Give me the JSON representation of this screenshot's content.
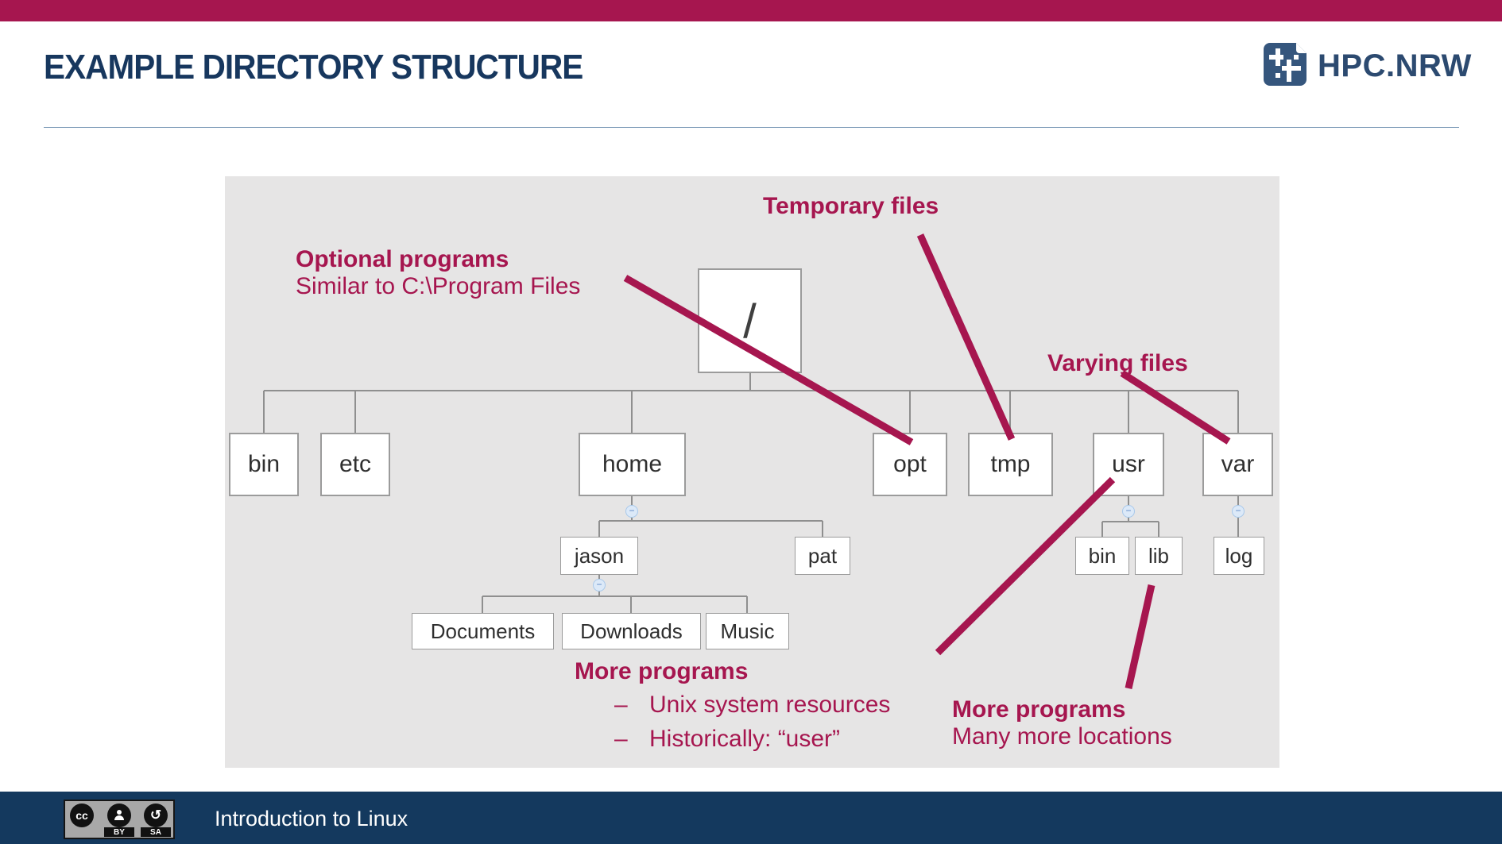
{
  "header": {
    "title": "EXAMPLE DIRECTORY STRUCTURE",
    "logo_text": "HPC.NRW"
  },
  "colors": {
    "accent_crimson": "#A6164F",
    "title_navy": "#17375E",
    "footer_navy": "#14395E",
    "diagram_gray": "#E6E5E5",
    "connector_gray": "#8F8F8F"
  },
  "tree": {
    "nodes": {
      "root": "/",
      "bin": "bin",
      "etc": "etc",
      "home": "home",
      "opt": "opt",
      "tmp": "tmp",
      "usr": "usr",
      "var": "var",
      "jason": "jason",
      "pat": "pat",
      "documents": "Documents",
      "downloads": "Downloads",
      "music": "Music",
      "usr_bin": "bin",
      "usr_lib": "lib",
      "var_log": "log"
    },
    "collapse_glyph": "−"
  },
  "annotations": {
    "optional": {
      "title": "Optional programs",
      "subtitle": "Similar to C:\\Program Files"
    },
    "temporary": {
      "title": "Temporary files"
    },
    "varying": {
      "title": "Varying files"
    },
    "usr_more": {
      "title": "More programs",
      "dash": "–",
      "bullets": [
        "Unix system resources",
        "Historically: “user”"
      ]
    },
    "lib_more": {
      "title": "More programs",
      "subtitle": "Many more locations"
    }
  },
  "footer": {
    "course": "Introduction to Linux",
    "license": {
      "cc_label": "cc",
      "by_label": "BY",
      "sa_label": "SA",
      "sa_icon": "↺"
    }
  }
}
